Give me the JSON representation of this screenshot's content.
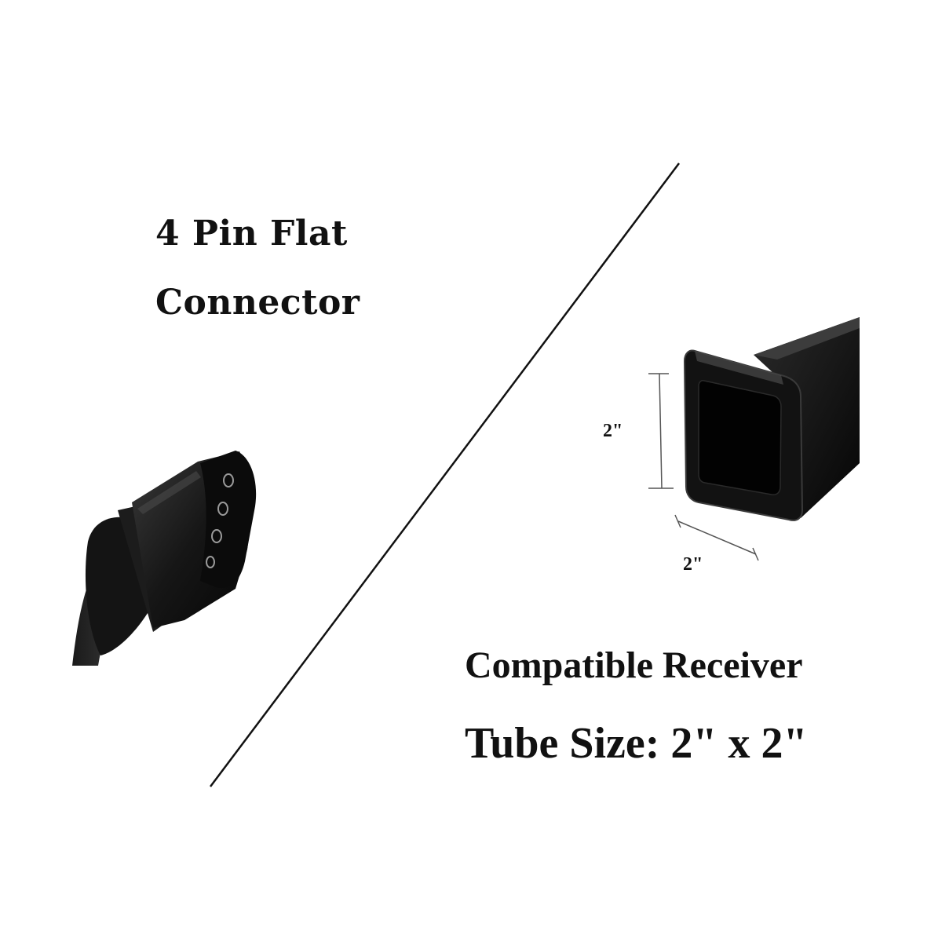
{
  "connector": {
    "title_line1": "4 Pin Flat",
    "title_line2": "Connector",
    "image": "four-pin-flat-connector-photo"
  },
  "receiver": {
    "title_line1": "Compatible Receiver",
    "title_line2": "Tube Size: 2\" x 2\"",
    "dimension_height": "2\"",
    "dimension_width": "2\"",
    "image": "square-receiver-tube-photo"
  },
  "colors": {
    "background": "#ffffff",
    "text": "#111111",
    "product": "#0d0d0d"
  }
}
